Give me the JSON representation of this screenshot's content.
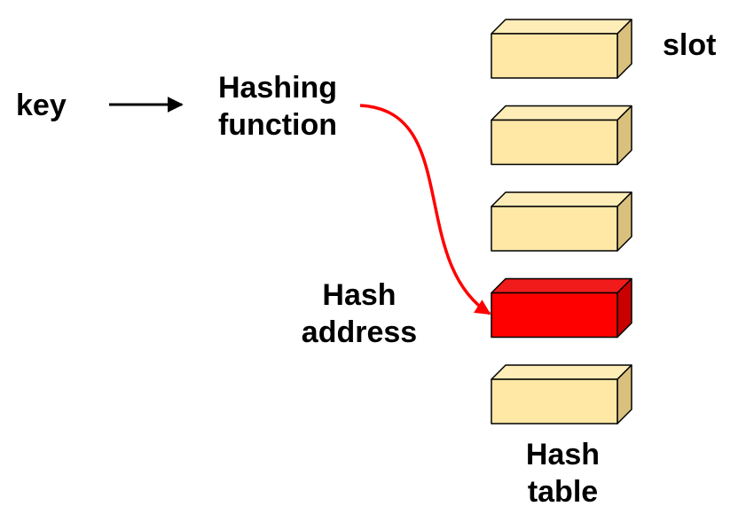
{
  "labels": {
    "key": "key",
    "hashing_function_line1": "Hashing",
    "hashing_function_line2": "function",
    "hash_address_line1": "Hash",
    "hash_address_line2": "address",
    "slot": "slot",
    "hash_table_line1": "Hash",
    "hash_table_line2": "table"
  },
  "hash_table": {
    "slot_count": 5,
    "highlighted_slot_index": 3
  },
  "colors": {
    "slot_front": "#FFE8A6",
    "slot_top": "#FFEDB8",
    "slot_side": "#D9C17D",
    "slot_outline": "#000000",
    "highlight_front": "#FF0000",
    "highlight_top": "#F21B1B",
    "highlight_side": "#C80000",
    "curve_arrow": "#FF0000",
    "key_arrow": "#000000"
  }
}
